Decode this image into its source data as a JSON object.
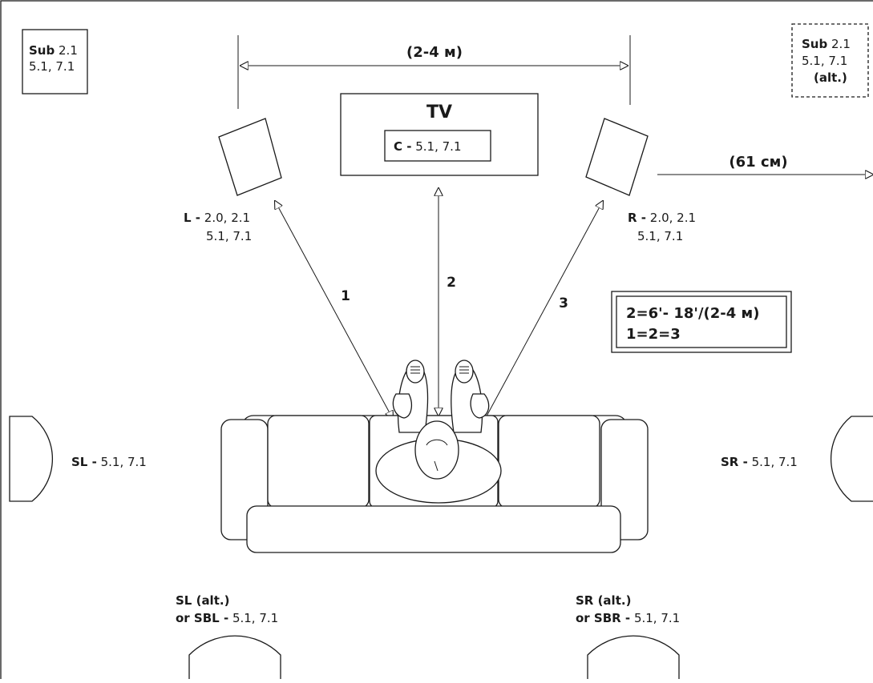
{
  "subwoofer": {
    "bold": "Sub",
    "line1": "2.1",
    "line2": "5.1, 7.1"
  },
  "subwoofer_alt": {
    "bold": "Sub",
    "line1": "2.1",
    "line2": "5.1, 7.1",
    "line3": "(alt.)"
  },
  "width_label": "(2-4 м)",
  "tv": {
    "label": "TV",
    "center_bold": "C -",
    "center_text": "5.1, 7.1"
  },
  "left": {
    "bold": "L -",
    "line1": "2.0, 2.1",
    "line2": "5.1, 7.1"
  },
  "right": {
    "bold": "R -",
    "line1": "2.0, 2.1",
    "line2": "5.1, 7.1"
  },
  "wall_distance": "(61 см)",
  "rays": {
    "one": "1",
    "two": "2",
    "three": "3"
  },
  "formula": {
    "line1": "2=6'- 18'/(2-4 м)",
    "line2": "1=2=3"
  },
  "side_left": {
    "bold": "SL -",
    "text": "5.1, 7.1"
  },
  "side_right": {
    "bold": "SR -",
    "text": "5.1, 7.1"
  },
  "rear_left": {
    "line1": "SL (alt.)",
    "bold": "or SBL -",
    "text": "5.1, 7.1"
  },
  "rear_right": {
    "line1": "SR (alt.)",
    "bold": "or SBR -",
    "text": "5.1, 7.1"
  }
}
